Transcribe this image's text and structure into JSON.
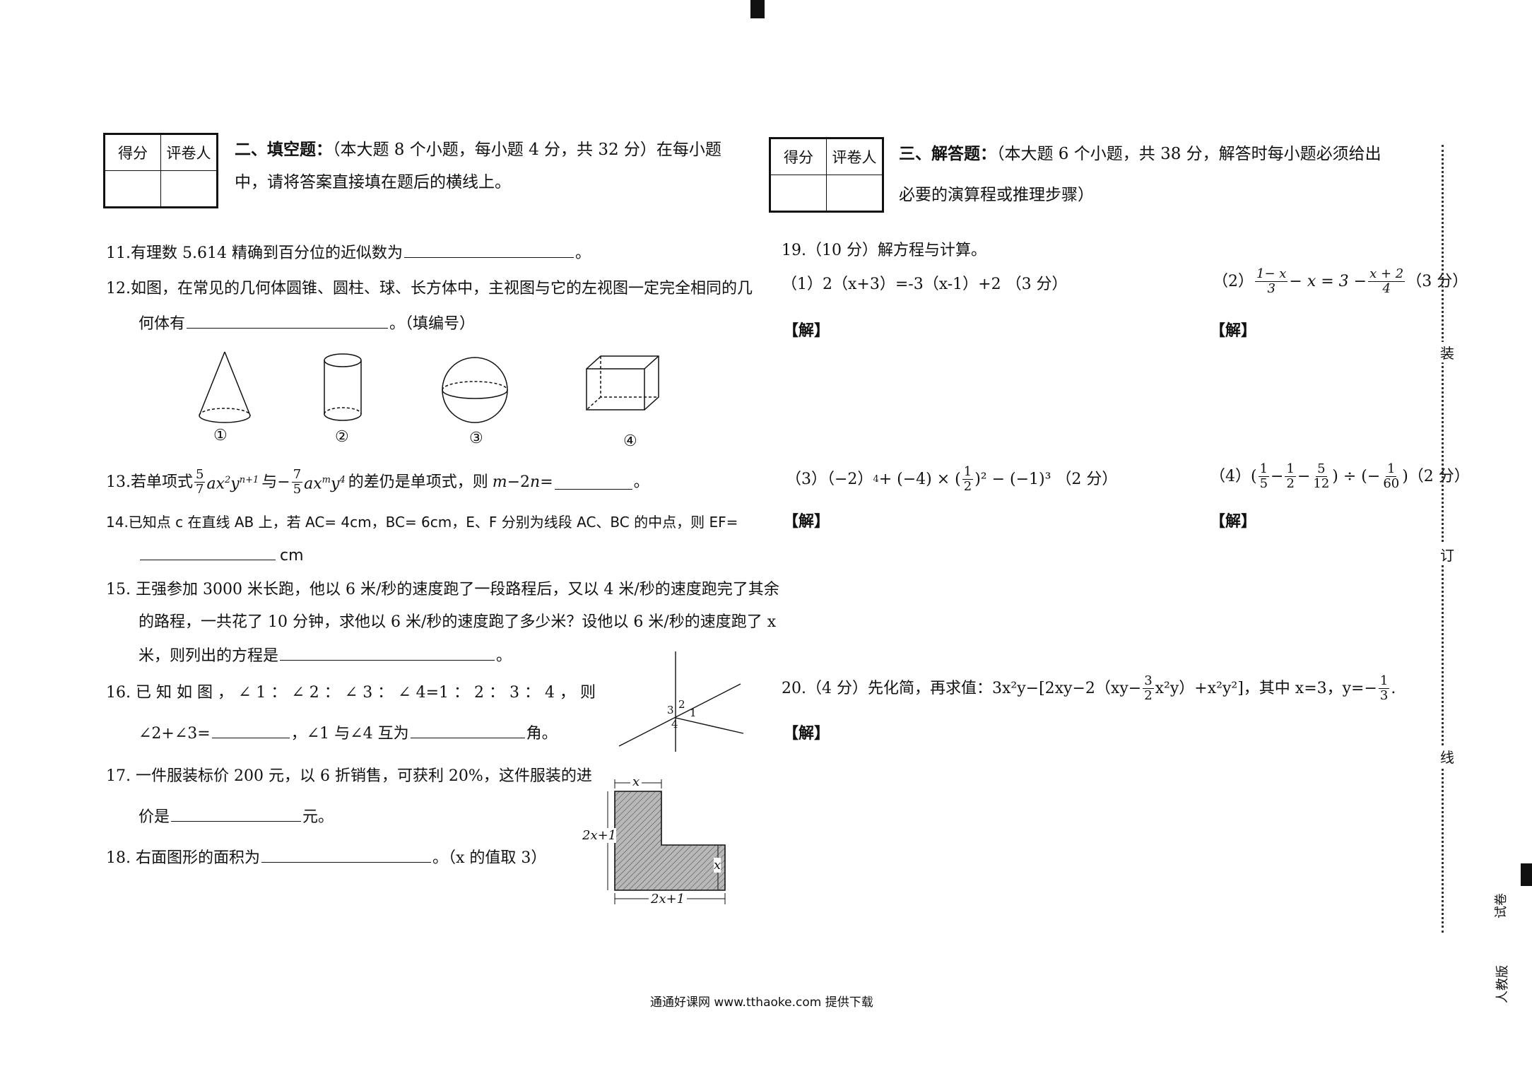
{
  "section2": {
    "score_label": "得分",
    "grader_label": "评卷人",
    "title": "二、填空题：",
    "intro_line1": "（本大题 8 个小题，每小题 4 分，共 32 分）在每小题",
    "intro_line2": "中，请将答案直接填在题后的横线上。"
  },
  "section3": {
    "score_label": "得分",
    "grader_label": "评卷人",
    "title": "三、解答题：",
    "intro_line1": "（本大题 6 个小题，共 38 分，解答时每小题必须给出",
    "intro_line2": "必要的演算程或推理步骤）"
  },
  "q11": {
    "a": "11.有理数 5.614 精确到百分位的近似数为",
    "b": "。"
  },
  "q12": {
    "line1": "12.如图，在常见的几何体圆锥、圆柱、球、长方体中，主视图与它的左视图一定完全相同的几",
    "line2a": "何体有",
    "line2b": "。（填编号）",
    "labels": [
      "①",
      "②",
      "③",
      "④"
    ]
  },
  "q13": {
    "a": "13.若单项式",
    "f1n": "5",
    "f1d": "7",
    "b": "与−",
    "f2n": "7",
    "f2d": "5",
    "c": "的差仍是单项式，则",
    "d": "=",
    "e": "。"
  },
  "q14": {
    "line1": "14.已知点 c 在直线 AB 上，若 AC= 4cm，BC= 6cm，E、F 分别为线段 AC、BC 的中点，则 EF=",
    "unit": "cm"
  },
  "q15": {
    "line1": "15. 王强参加 3000 米长跑，他以 6 米/秒的速度跑了一段路程后，又以 4 米/秒的速度跑完了其余",
    "line2": "的路程，一共花了 10 分钟，求他以 6 米/秒的速度跑了多少米？设他以 6 米/秒的速度跑了 x",
    "line3a": "米，则列出的方程是",
    "line3b": "。"
  },
  "q16": {
    "line1": "16. 已 知 如 图 ， ∠ 1 ： ∠ 2 ： ∠ 3 ： ∠ 4=1 ： 2 ： 3 ： 4 ， 则",
    "line2a": "∠2+∠3=",
    "line2b": "，∠1 与∠4 互为",
    "line2c": "角。",
    "fig": [
      "1",
      "2",
      "3",
      "4"
    ]
  },
  "q17": {
    "line1": "17.  一件服装标价 200 元，以 6 折销售，可获利 20%，这件服装的进",
    "line2a": "价是",
    "line2b": "元。"
  },
  "q18": {
    "a": "18. 右面图形的面积为",
    "b": "。（x 的值取 3）",
    "fig_top": "x",
    "fig_left": "2x+1",
    "fig_right": "x",
    "fig_bottom": "2x+1"
  },
  "q19": {
    "title": "19.（10 分）解方程与计算。",
    "p1": "（1）2（x+3）=-3（x-1）+2 （3 分）",
    "p2_pre": "（2）",
    "p2_f1n": "1− x",
    "p2_f1d": "3",
    "p2_mid": "− x = 3 −",
    "p2_f2n": "x + 2",
    "p2_f2d": "4",
    "p2_score": "（3 分）",
    "p3_pre": "（3）（−2）",
    "p3_mid": " + (−4) × (",
    "p3_fn": "1",
    "p3_fd": "2",
    "p3_end": ")² − (−1)³ （2 分）",
    "p4_pre": "（4）(",
    "p4_fracs": [
      [
        "1",
        "5"
      ],
      [
        "1",
        "2"
      ],
      [
        "5",
        "12"
      ]
    ],
    "p4_div": ") ÷ (−",
    "p4_lastn": "1",
    "p4_lastd": "60",
    "p4_score": ")（2 分）",
    "solve": "【解】"
  },
  "q20": {
    "a": "20.（4 分）先化简，再求值：3x²y−[2xy−2（xy−",
    "fn": "3",
    "fd": "2",
    "b": "x²y）+x²y²]，其中 x=3，y=−",
    "gn": "1",
    "gd": "3",
    "c": ".",
    "solve": "【解】"
  },
  "side": {
    "c1": "装",
    "c2": "订",
    "c3": "线",
    "c4": "试卷",
    "c5": "人教版"
  },
  "footer": "通通好课网 www.tthaoke.com 提供下载"
}
